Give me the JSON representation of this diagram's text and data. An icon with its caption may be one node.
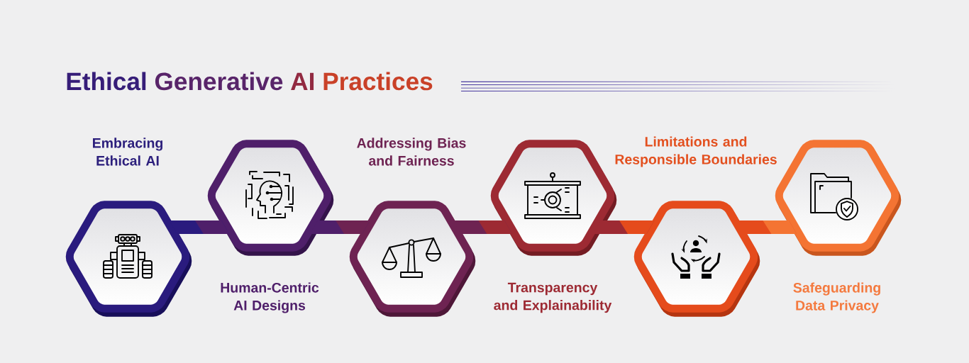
{
  "diagram": {
    "title": "Ethical Generative AI Practices",
    "nodes": [
      {
        "text": [
          "Embracing Ethical AI"
        ]
      },
      {
        "text": [
          "Human-Centric AI Designs"
        ]
      },
      {
        "text": [
          "Addressing Bias and Fairness"
        ]
      },
      {
        "text": [
          "Transparency and Explainability"
        ]
      },
      {
        "text": [
          "Limitations and Responsible Boundaries"
        ]
      },
      {
        "text": [
          "Safeguarding Data Privacy"
        ]
      }
    ],
    "edges": [
      {
        "from": 0,
        "to": 1,
        "arrow": "none"
      },
      {
        "from": 1,
        "to": 2,
        "arrow": "none"
      },
      {
        "from": 2,
        "to": 3,
        "arrow": "none"
      },
      {
        "from": 3,
        "to": 4,
        "arrow": "none"
      },
      {
        "from": 4,
        "to": 5,
        "arrow": "none"
      }
    ]
  }
}
